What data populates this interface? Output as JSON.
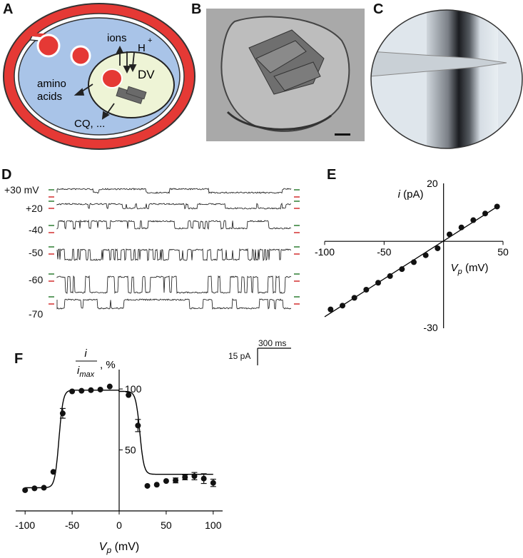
{
  "panels": {
    "A": {
      "label": "A",
      "texts": {
        "ions": "ions",
        "hplus": "H",
        "plus": "+",
        "dv": "DV",
        "amino1": "amino",
        "amino2": "acids",
        "cq": "CQ, ..."
      },
      "colors": {
        "outer": "#e53935",
        "cytoplasm": "#a9c4e8",
        "vacuole": "#eef4d6",
        "hemozoin": "#606060"
      }
    },
    "B": {
      "label": "B"
    },
    "C": {
      "label": "C"
    },
    "D": {
      "label": "D",
      "traces": [
        {
          "voltage_label": "+30 mV"
        },
        {
          "voltage_label": "+20"
        },
        {
          "voltage_label": "-40"
        },
        {
          "voltage_label": "-50"
        },
        {
          "voltage_label": "-60"
        },
        {
          "voltage_label": "-70"
        }
      ],
      "scalebar": {
        "time": "300 ms",
        "current": "15 pA"
      }
    },
    "E": {
      "label": "E",
      "ylabel_i": "i",
      "ylabel_unit": " (pA)",
      "xlabel_v": "V",
      "xlabel_sub": "p",
      "xlabel_unit": " (mV)"
    },
    "F": {
      "label": "F",
      "ylabel_i": "i",
      "ylabel_imax": "i",
      "ylabel_imax_sub": "max",
      "ylabel_unit": ", %",
      "xlabel_v": "V",
      "xlabel_sub": "p",
      "xlabel_unit": " (mV)"
    }
  },
  "chart_data": [
    {
      "panel": "E",
      "type": "scatter",
      "x": [
        -95,
        -85,
        -75,
        -65,
        -55,
        -45,
        -35,
        -25,
        -15,
        -5,
        5,
        15,
        25,
        35,
        45
      ],
      "y": [
        -23.5,
        -22.2,
        -19.5,
        -16.7,
        -14.3,
        -12,
        -9.6,
        -7.2,
        -4.8,
        -2.4,
        2.4,
        4.8,
        7.3,
        9.6,
        12
      ],
      "xlim": [
        -100,
        50
      ],
      "ylim": [
        -30,
        20
      ],
      "xticks": [
        "-100",
        "-50",
        "0",
        "50"
      ],
      "yticks": [
        "20",
        "-30"
      ],
      "fit": "linear"
    },
    {
      "panel": "F",
      "type": "scatter",
      "x": [
        -100,
        -90,
        -80,
        -70,
        -60,
        -50,
        -40,
        -30,
        -20,
        -10,
        10,
        20,
        30,
        40,
        50,
        60,
        70,
        80,
        90,
        100
      ],
      "y": [
        17,
        18.5,
        19,
        32,
        80,
        98,
        98.5,
        99,
        99.5,
        102,
        95,
        70,
        20.5,
        21.5,
        24.5,
        25,
        27.5,
        28.5,
        26.5,
        23
      ],
      "yerr": [
        0,
        0,
        0,
        0,
        4,
        0,
        0,
        0,
        0,
        0,
        0,
        5,
        0,
        0,
        0,
        2,
        2,
        3,
        4,
        3
      ],
      "xlim": [
        -110,
        110
      ],
      "ylim": [
        0,
        110
      ],
      "xticks": [
        "-100",
        "-50",
        "0",
        "50",
        "100"
      ],
      "yticks": [
        "100",
        "50"
      ],
      "fit": "sigmoid"
    }
  ]
}
